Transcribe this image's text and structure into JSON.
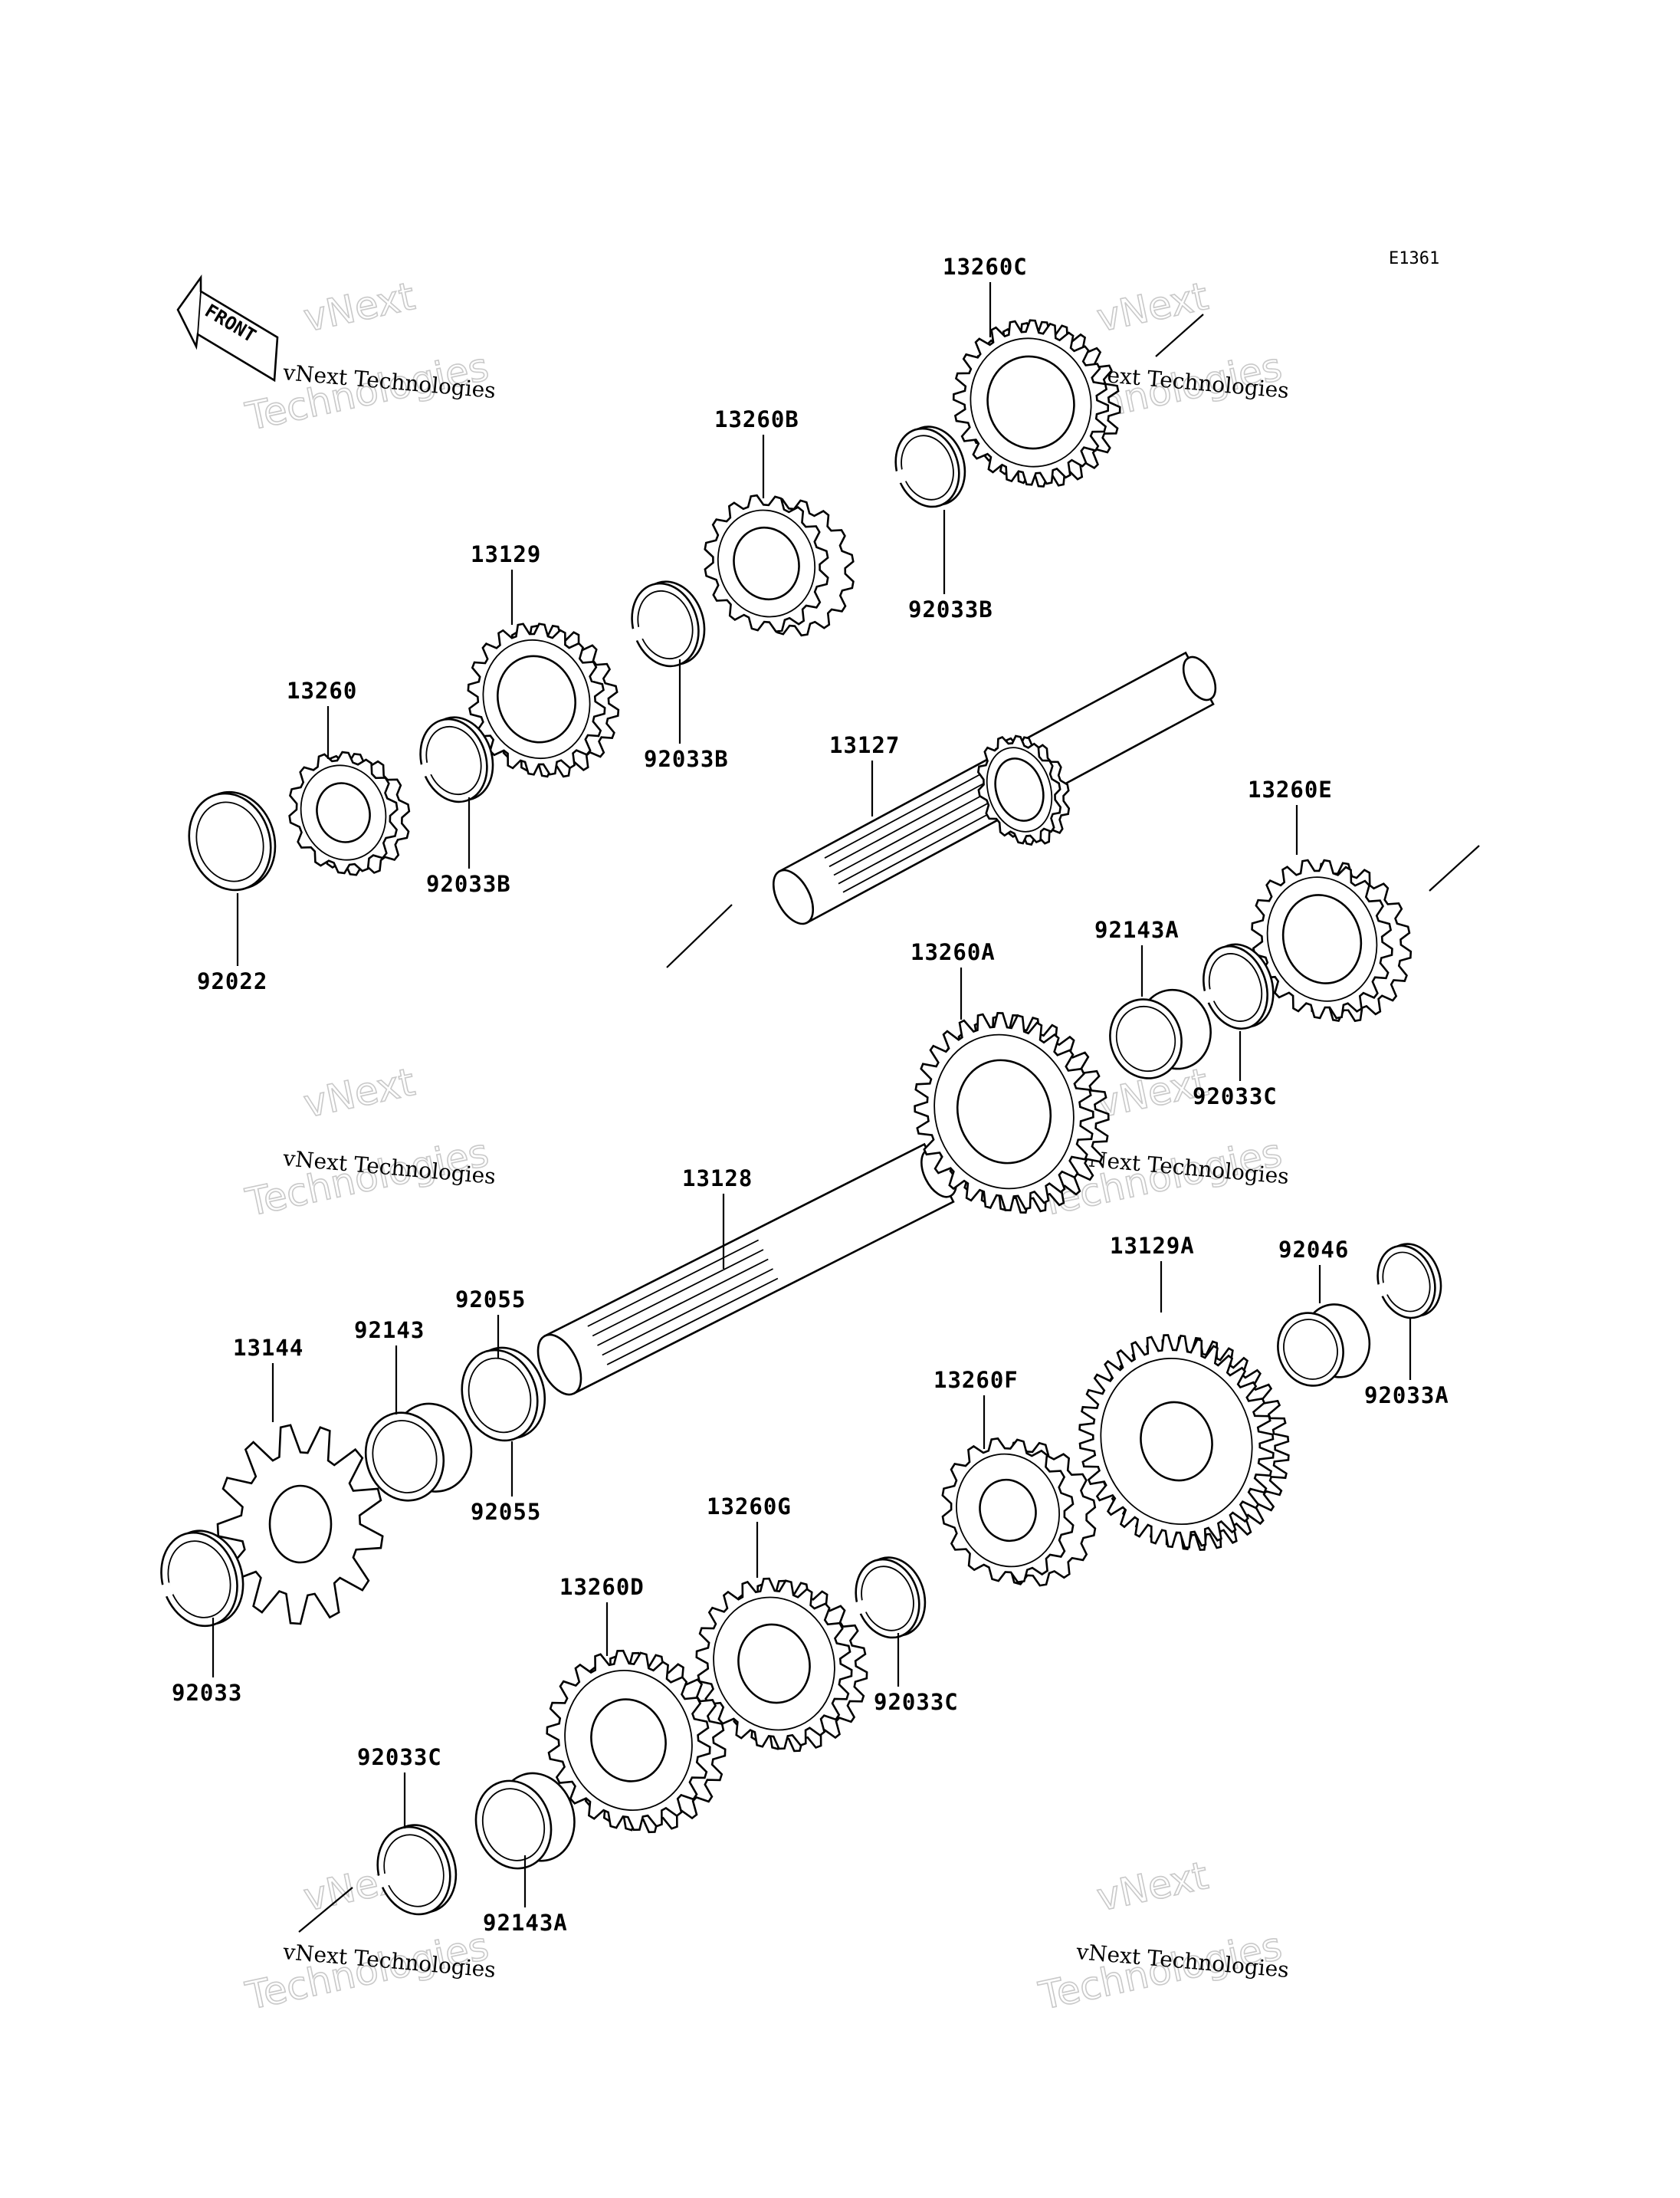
{
  "diagram": {
    "reference_code": "E1361",
    "front_label": "FRONT",
    "watermark": {
      "line1": "vNext Technologies",
      "line2": "vNext",
      "line3": "Technologies"
    },
    "parts": [
      {
        "id": "p13260C",
        "label": "13260C"
      },
      {
        "id": "p13260B",
        "label": "13260B"
      },
      {
        "id": "p92033B_top",
        "label": "92033B"
      },
      {
        "id": "p13129",
        "label": "13129"
      },
      {
        "id": "p92033B_mid",
        "label": "92033B"
      },
      {
        "id": "p13260",
        "label": "13260"
      },
      {
        "id": "p92033B_low",
        "label": "92033B"
      },
      {
        "id": "p92022",
        "label": "92022"
      },
      {
        "id": "p13127",
        "label": "13127"
      },
      {
        "id": "p13260E",
        "label": "13260E"
      },
      {
        "id": "p92143A_top",
        "label": "92143A"
      },
      {
        "id": "p13260A",
        "label": "13260A"
      },
      {
        "id": "p92033C_top",
        "label": "92033C"
      },
      {
        "id": "p13128",
        "label": "13128"
      },
      {
        "id": "p13129A",
        "label": "13129A"
      },
      {
        "id": "p92046",
        "label": "92046"
      },
      {
        "id": "p92033A",
        "label": "92033A"
      },
      {
        "id": "p92055_top",
        "label": "92055"
      },
      {
        "id": "p92143",
        "label": "92143"
      },
      {
        "id": "p13144",
        "label": "13144"
      },
      {
        "id": "p92055_bot",
        "label": "92055"
      },
      {
        "id": "p13260F",
        "label": "13260F"
      },
      {
        "id": "p13260G",
        "label": "13260G"
      },
      {
        "id": "p92033C_mid",
        "label": "92033C"
      },
      {
        "id": "p13260D",
        "label": "13260D"
      },
      {
        "id": "p92033",
        "label": "92033"
      },
      {
        "id": "p92033C_bot",
        "label": "92033C"
      },
      {
        "id": "p92143A_bot",
        "label": "92143A"
      }
    ]
  }
}
